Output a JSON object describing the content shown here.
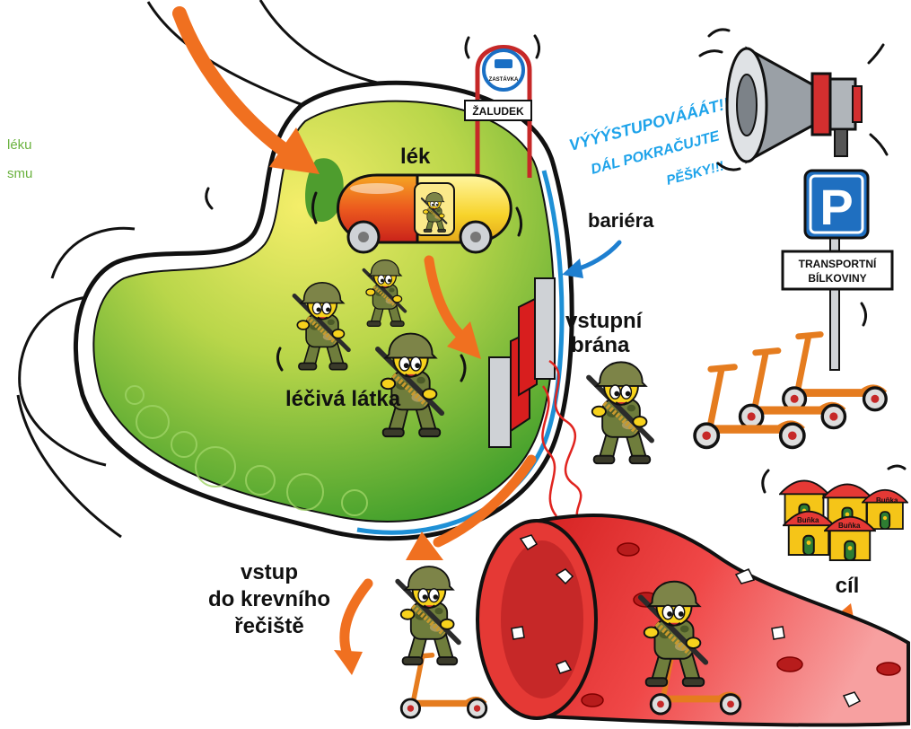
{
  "side_text": {
    "line1": "léku",
    "line2": "smu"
  },
  "pill": {
    "label": "lék"
  },
  "bus_stop": {
    "sign": "ZASTÁVKA",
    "plate": "ŽALUDEK"
  },
  "announcement": {
    "line1": "VÝÝÝSTUPOVÁÁÁT!!!",
    "line2": "DÁL POKRAČUJTE",
    "line3": "PĚŠKY!!!"
  },
  "parking": {
    "symbol": "P",
    "sign_line1": "TRANSPORTNÍ",
    "sign_line2": "BÍLKOVINY"
  },
  "labels": {
    "barrier": "bariéra",
    "gate_line1": "vstupní",
    "gate_line2": "brána",
    "drug": "léčivá látka",
    "bloodstream_line1": "vstup",
    "bloodstream_line2": "do krevního",
    "bloodstream_line3": "řečiště",
    "target": "cíl"
  },
  "houses": {
    "labels": [
      "Buňka",
      "Buňka",
      "Buňka"
    ]
  },
  "colors": {
    "stomach_green": "#4aa52e",
    "stomach_yellow": "#f2ea5c",
    "arrow_orange": "#f07020",
    "barrier_blue": "#1e90d6",
    "shout_blue": "#1ea3ea",
    "blood_red": "#e53935",
    "label_green": "#6ab23e"
  },
  "icons": [
    "soldier-figure",
    "pill-bus",
    "bus-stop-sign",
    "megaphone-icon",
    "parking-sign-icon",
    "scooter-icon",
    "house-icon"
  ]
}
